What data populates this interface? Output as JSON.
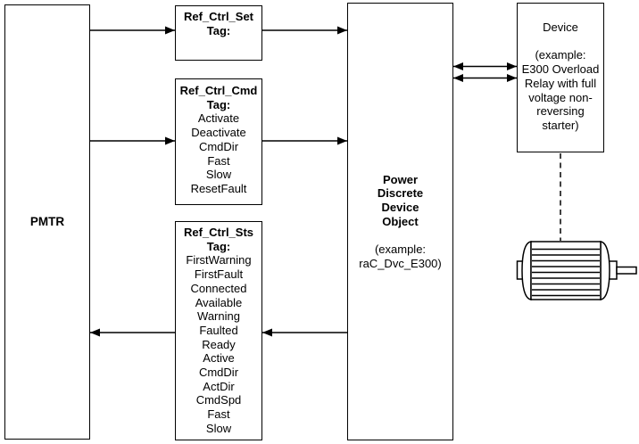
{
  "colors": {
    "line": "#000000",
    "background": "#ffffff"
  },
  "boxes": {
    "pmtr": {
      "label": "PMTR"
    },
    "ref_ctrl_set": {
      "title": "Ref_Ctrl_Set",
      "tag_label": "Tag:"
    },
    "ref_ctrl_cmd": {
      "title": "Ref_Ctrl_Cmd",
      "tag_label": "Tag:",
      "items": [
        "Activate",
        "Deactivate",
        "CmdDir",
        "Fast",
        "Slow",
        "ResetFault"
      ]
    },
    "ref_ctrl_sts": {
      "title": "Ref_Ctrl_Sts",
      "tag_label": "Tag:",
      "items": [
        "FirstWarning",
        "FirstFault",
        "Connected",
        "Available",
        "Warning",
        "Faulted",
        "Ready",
        "Active",
        "CmdDir",
        "ActDir",
        "CmdSpd",
        "Fast",
        "Slow"
      ]
    },
    "power_device_object": {
      "title_lines": [
        "Power",
        "Discrete",
        "Device",
        "Object"
      ],
      "example_lines": [
        "(example:",
        "raC_Dvc_E300)"
      ]
    },
    "device": {
      "title": "Device",
      "example_lines": [
        "(example:",
        "E300 Overload",
        "Relay with full",
        "voltage non-",
        "reversing",
        "starter)"
      ]
    }
  }
}
